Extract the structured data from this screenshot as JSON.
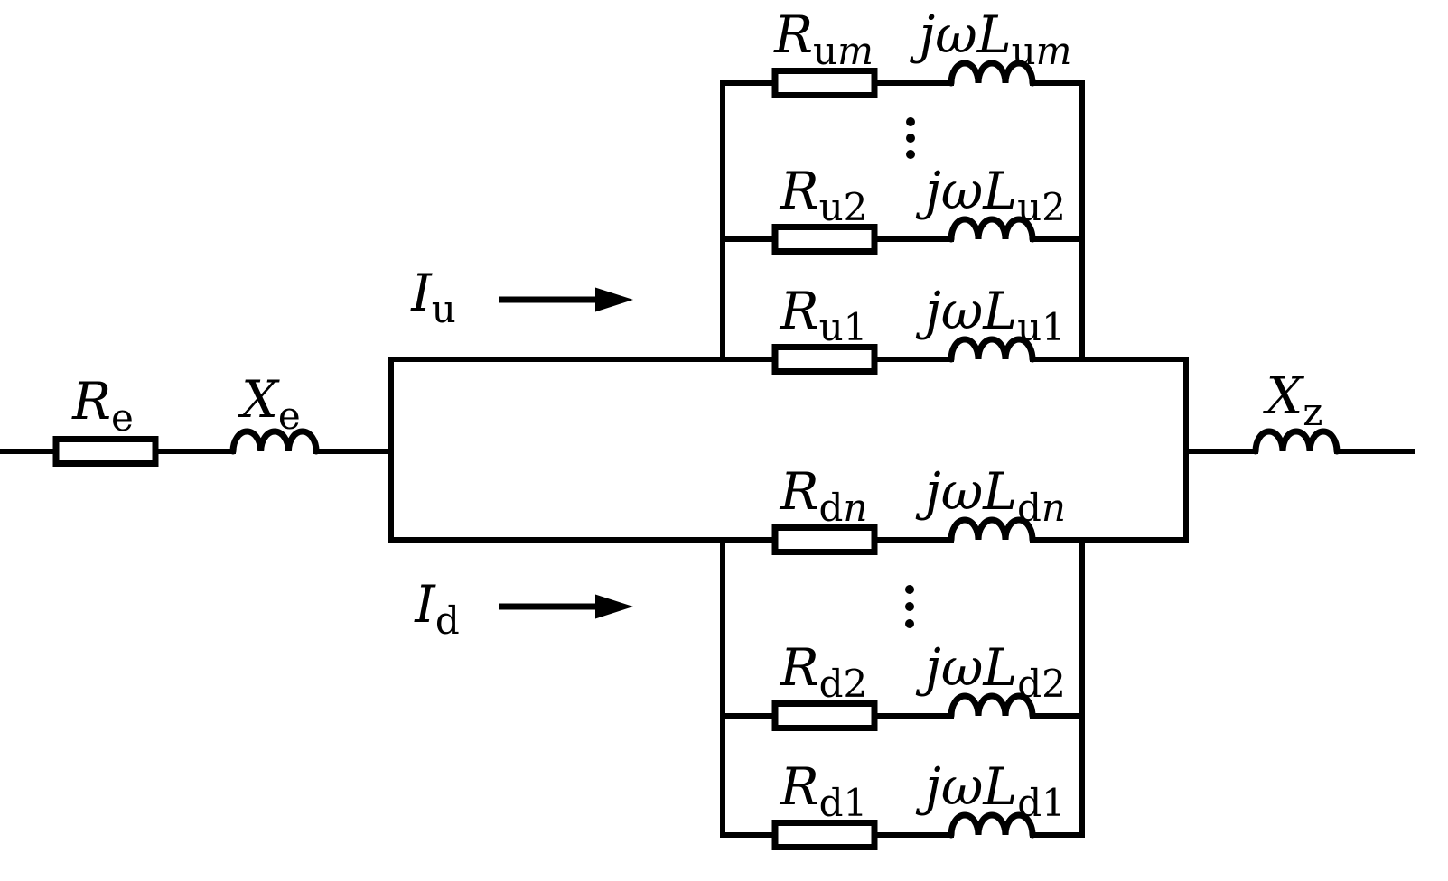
{
  "figure": {
    "kind": "equivalent-circuit-diagram"
  },
  "colors": {
    "line": "#000000",
    "background": "#ffffff",
    "resistor_fill": "#ffffff"
  },
  "labels": {
    "source_resistance": {
      "main": "R",
      "sub": "e"
    },
    "source_reactance": {
      "main": "X",
      "sub": "e"
    },
    "load_reactance": {
      "main": "X",
      "sub": "z"
    },
    "upper_current": {
      "main": "I",
      "sub": "u"
    },
    "lower_current": {
      "main": "I",
      "sub": "d"
    },
    "ellipsis": "⋮"
  },
  "upper_branches": [
    {
      "r": {
        "main": "R",
        "sub": "um"
      },
      "l": {
        "main": "jωL",
        "sub": "um"
      }
    },
    {
      "r": {
        "main": "R",
        "sub": "u2"
      },
      "l": {
        "main": "jωL",
        "sub": "u2"
      }
    },
    {
      "r": {
        "main": "R",
        "sub": "u1"
      },
      "l": {
        "main": "jωL",
        "sub": "u1"
      }
    }
  ],
  "lower_branches": [
    {
      "r": {
        "main": "R",
        "sub": "dn"
      },
      "l": {
        "main": "jωL",
        "sub": "dn"
      }
    },
    {
      "r": {
        "main": "R",
        "sub": "d2"
      },
      "l": {
        "main": "jωL",
        "sub": "d2"
      }
    },
    {
      "r": {
        "main": "R",
        "sub": "d1"
      },
      "l": {
        "main": "jωL",
        "sub": "d1"
      }
    }
  ]
}
